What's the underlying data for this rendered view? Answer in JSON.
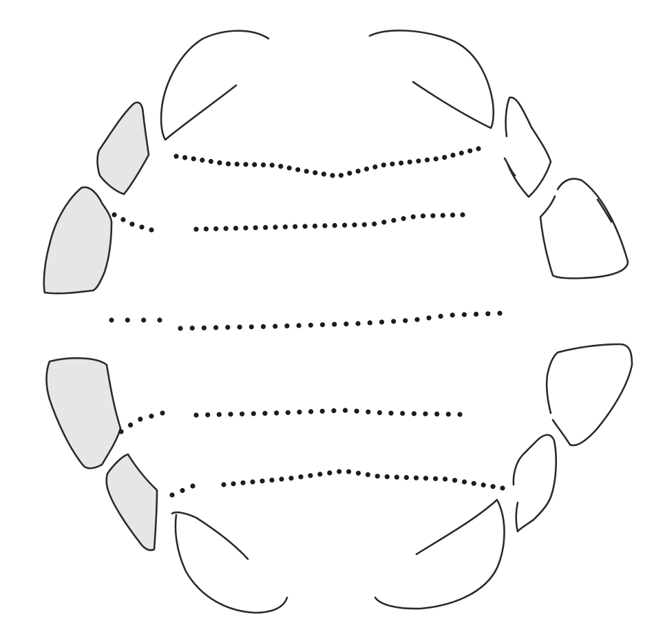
{
  "diagram": {
    "title": "",
    "colors": {
      "ink": "#1c1c1c",
      "line": "#2a2a2a",
      "shaded_fill": "#e6e6e6",
      "background": "#ffffff"
    },
    "shapes": {
      "shaded_plates": 4,
      "outlined_plates": 4,
      "crescent_arcs": 4,
      "dotted_rows": 5
    }
  }
}
